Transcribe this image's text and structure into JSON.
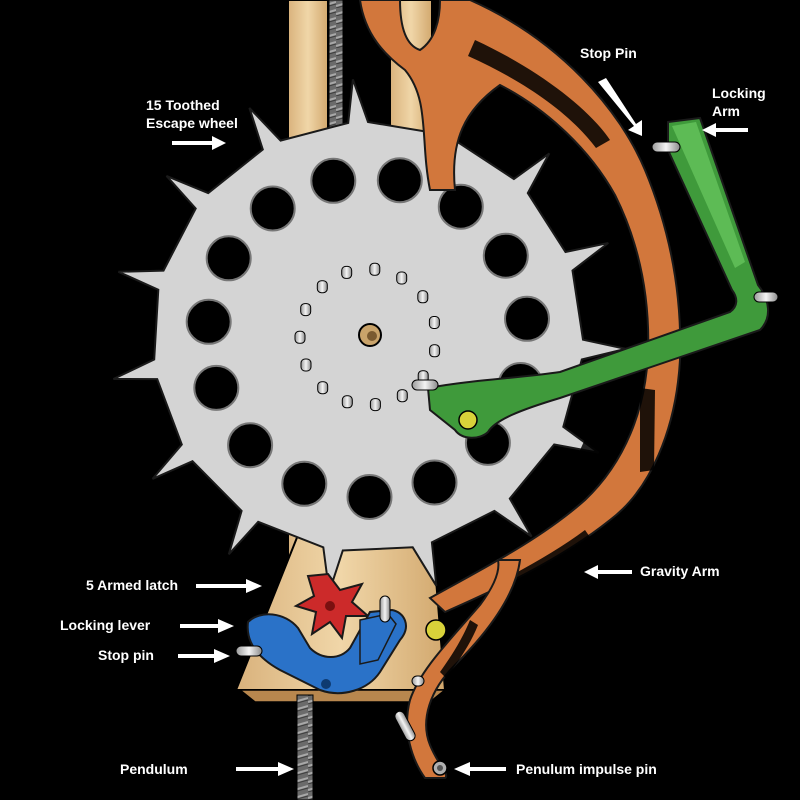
{
  "labels": {
    "escape_wheel_line1": "15 Toothed",
    "escape_wheel_line2": "Escape wheel",
    "stop_pin_top": "Stop Pin",
    "locking_arm_line1": "Locking",
    "locking_arm_line2": "Arm",
    "gravity_arm": "Gravity Arm",
    "five_armed_latch": "5 Armed latch",
    "locking_lever": "Locking lever",
    "stop_pin_bottom": "Stop pin",
    "pendulum": "Pendulum",
    "impulse_pin": "Penulum impulse pin"
  },
  "colors": {
    "background": "#000000",
    "escape_wheel": "#d4d4d4",
    "gravity_arm": "#d2773c",
    "locking_arm": "#3f9a3b",
    "latch": "#cc2a2a",
    "locking_lever": "#2a72c8",
    "wood": "#e8c99a",
    "pin": "#d8d23a",
    "label": "#ffffff"
  },
  "icons": {
    "arrows": "white-arrow-icon",
    "pins": "steel-pin-icon"
  }
}
